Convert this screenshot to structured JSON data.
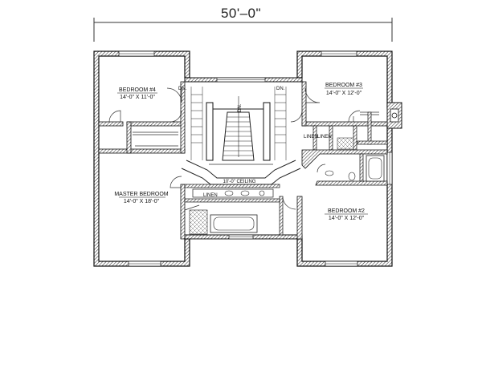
{
  "overall_dimension": "50'–0\"",
  "rooms": [
    {
      "id": "bedroom-4",
      "name": "BEDROOM #4",
      "size": "14'-0\" X 11'-0\""
    },
    {
      "id": "bedroom-3",
      "name": "BEDROOM #3",
      "size": "14'-0\" X 12'-0\""
    },
    {
      "id": "master-bedroom",
      "name": "MASTER BEDROOM",
      "size": "14'-0\" X 18'-0\""
    },
    {
      "id": "bedroom-2",
      "name": "BEDROOM #2",
      "size": "14'-0\" X 12'-0\""
    }
  ],
  "annotations": {
    "dn_left": "DN.",
    "dn_center": "DN.",
    "dn_right": "DN.",
    "linen_1": "LINEN",
    "linen_2": "LINEN",
    "linen_master": "LINEN",
    "ceiling": "10'-0\" CEILING"
  }
}
